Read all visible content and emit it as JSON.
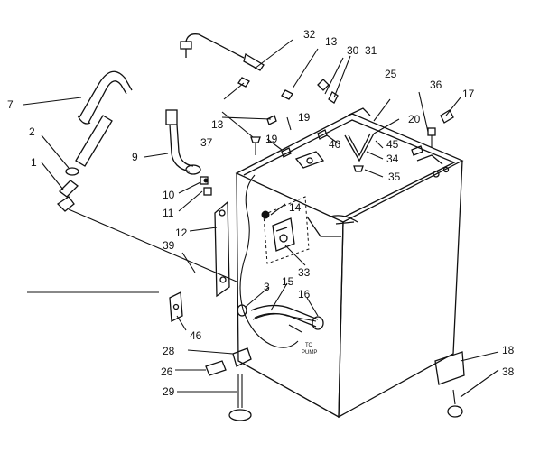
{
  "callouts": {
    "c1": "1",
    "c2": "2",
    "c3": "3",
    "c7": "7",
    "c9": "9",
    "c10": "10",
    "c11": "11",
    "c12": "12",
    "c13a": "13",
    "c13b": "13",
    "c14": "14",
    "c15": "15",
    "c16": "16",
    "c17": "17",
    "c18": "18",
    "c19a": "19",
    "c19b": "19",
    "c20": "20",
    "c25": "25",
    "c26": "26",
    "c28": "28",
    "c29": "29",
    "c30": "30",
    "c31": "31",
    "c32": "32",
    "c33": "33",
    "c34": "34",
    "c35": "35",
    "c36": "36",
    "c37": "37",
    "c38": "38",
    "c39": "39",
    "c40": "40",
    "c45": "45",
    "c46": "46"
  },
  "notes": {
    "to_pump_line1": "TO",
    "to_pump_line2": "PUMP"
  }
}
